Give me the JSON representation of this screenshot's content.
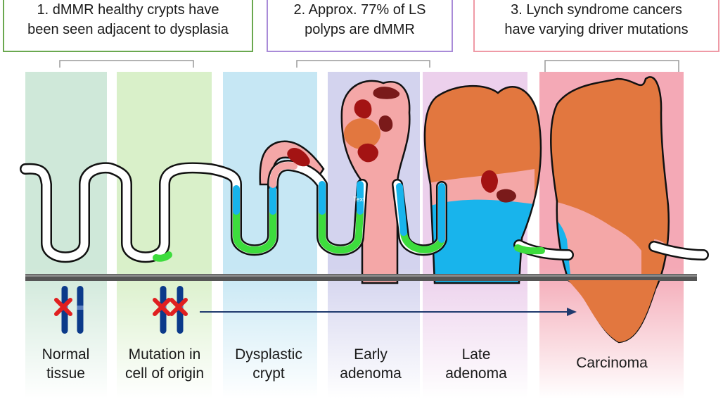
{
  "callouts": [
    {
      "lines": [
        "1.  dMMR healthy crypts have",
        "been seen adjacent to dysplasia"
      ],
      "color": "#6aa84f"
    },
    {
      "lines": [
        "2. Approx. 77% of LS",
        "polyps are dMMR"
      ],
      "color": "#a98bd8"
    },
    {
      "lines": [
        "3. Lynch syndrome cancers",
        "have varying driver mutations"
      ],
      "color": "#ef9aa6"
    }
  ],
  "stages": [
    {
      "lines": [
        "Normal",
        "tissue"
      ],
      "color": "#cfe8d9"
    },
    {
      "lines": [
        "Mutation in",
        "cell of origin"
      ],
      "color": "#d9f0c9"
    },
    {
      "lines": [
        "Dysplastic",
        "crypt"
      ],
      "color": "#c6e7f4"
    },
    {
      "lines": [
        "Early",
        "adenoma"
      ],
      "color": "#d3d3ee"
    },
    {
      "lines": [
        "Late",
        "adenoma"
      ],
      "color": "#ecd0ec"
    },
    {
      "lines": [
        "Carcinoma"
      ],
      "color": "#f4a9b6"
    }
  ],
  "overlay_text": "Text",
  "tissue_colors": {
    "normal": "#ffffff",
    "mutant": "#3ddc3d",
    "dysplastic": "#18b4ec",
    "adenoma": "#f4a7a7",
    "advanced": "#e2773f",
    "focus": "#a31313",
    "chromosome": "#0b3a8a",
    "mutation_mark": "#e02020",
    "basement_membrane": "#555555"
  },
  "icons": [
    "chromosome-icon",
    "mutation-cross-icon",
    "progression-arrow-icon"
  ]
}
